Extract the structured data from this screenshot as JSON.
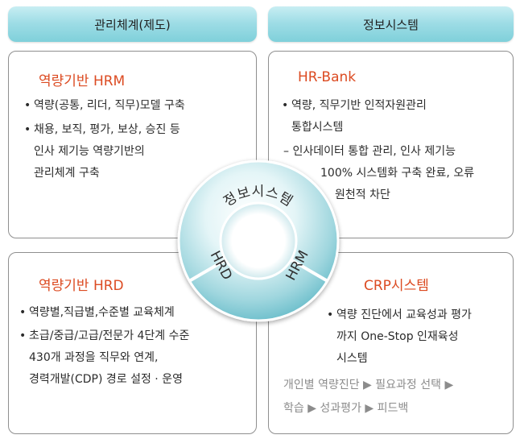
{
  "headers": {
    "left": "관리체계(제도)",
    "right": "정보시스템"
  },
  "top_left": {
    "title": "역량기반 HRM",
    "bullets": [
      "역량(공통, 리더, 직무)모델 구축",
      "채용, 보직, 평가, 보상, 승진 등",
      "인사 제기능 역량기반의",
      "관리체계 구축"
    ]
  },
  "top_right": {
    "title": "HR-Bank",
    "lines": [
      "역량, 직무기반 인적자원관리",
      "통합시스템",
      "– 인사데이터 통합 관리, 인사 제기능",
      "100% 시스템화 구축 완료, 오류",
      "원천적 차단"
    ]
  },
  "bottom_left": {
    "title": "역량기반 HRD",
    "lines": [
      "역량별,직급별,수준별 교육체계",
      "초급/중급/고급/전문가 4단계 수준",
      "430개 과정을 직무와 연계,",
      "경력개발(CDP) 경로 설정 · 운영"
    ]
  },
  "bottom_right": {
    "title": "CRP시스템",
    "lines": [
      "역량 진단에서 교육성과 평가",
      "까지 One-Stop 인재육성",
      "시스템"
    ],
    "flow": [
      "개인별 역량진단 ▶ 필요과정 선택 ▶",
      "학습 ▶ 성과평가 ▶ 피드백"
    ]
  },
  "circle": {
    "top_label": "정보시스템",
    "left_label": "HRD",
    "right_label": "HRM"
  },
  "bullet_char": "•"
}
